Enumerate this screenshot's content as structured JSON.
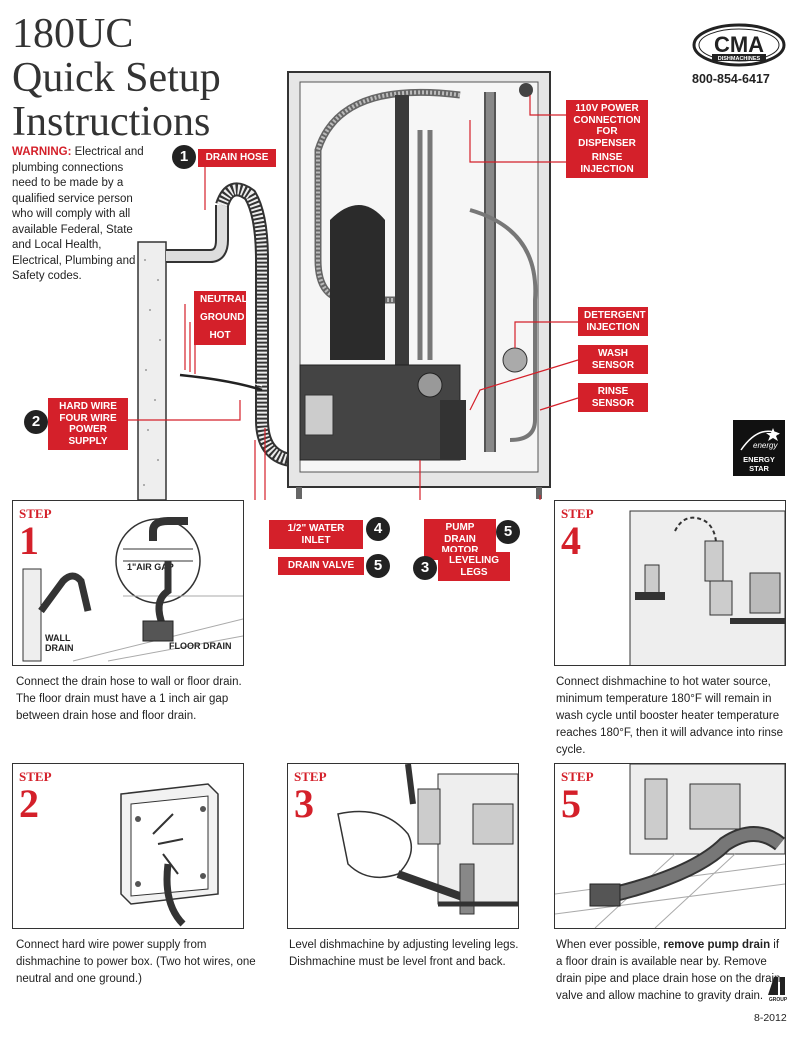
{
  "title": {
    "line1": "180UC",
    "line2": "Quick Setup",
    "line3": "Instructions"
  },
  "warning": {
    "label": "WARNING:",
    "text": "Electrical and plumbing connections need to be made by a qualified service person who will comply with all available Federal, State and Local Health, Electrical, Plumbing and Safety codes."
  },
  "brand": {
    "logo_text": "CMA",
    "logo_sub": "DISHMACHINES",
    "phone": "800-854-6417"
  },
  "callouts": {
    "drain_hose": {
      "num": "1",
      "label": "DRAIN HOSE"
    },
    "neutral": "NEUTRAL",
    "ground": "GROUND",
    "hot": "HOT",
    "hard_wire": {
      "num": "2",
      "label": "HARD WIRE FOUR WIRE POWER SUPPLY"
    },
    "power_110v": "110V POWER CONNECTION FOR DISPENSER",
    "rinse_injection": "RINSE INJECTION",
    "detergent_injection": "DETERGENT INJECTION",
    "wash_sensor": "WASH SENSOR",
    "rinse_sensor": "RINSE SENSOR",
    "water_inlet": {
      "num": "4",
      "label": "1/2\" WATER INLET"
    },
    "drain_valve": {
      "num": "5",
      "label": "DRAIN VALVE"
    },
    "pump_drain": {
      "num": "5",
      "label": "PUMP DRAIN MOTOR"
    },
    "leveling_legs": {
      "num": "3",
      "label": "LEVELING LEGS"
    }
  },
  "energy_star": {
    "label": "ENERGY STAR"
  },
  "steps": {
    "step_word": "STEP",
    "s1": {
      "num": "1",
      "air_gap": "1\"AIR GAP",
      "wall_drain_1": "WALL",
      "wall_drain_2": "DRAIN",
      "floor_drain": "FLOOR DRAIN",
      "caption": "Connect the drain hose to wall or floor drain. The floor drain must have a 1 inch air gap between drain hose and floor drain."
    },
    "s4": {
      "num": "4",
      "caption": "Connect dishmachine to hot water source, minimum temperature 180°F will remain in wash cycle until booster heater temperature reaches 180°F, then it will advance into rinse cycle."
    },
    "s2": {
      "num": "2",
      "caption": "Connect hard wire power supply from dishmachine to power box. (Two hot wires, one neutral and one ground.)"
    },
    "s3": {
      "num": "3",
      "caption": "Level dishmachine by adjusting leveling legs. Dishmachine must be level front and back."
    },
    "s5": {
      "num": "5",
      "caption_pre": "When ever possible, ",
      "caption_bold": "remove pump drain",
      "caption_post": " if a floor drain is available near by. Remove drain pipe and place drain hose on the drain valve and allow machine to gravity drain."
    }
  },
  "footer": {
    "date": "8-2012",
    "group": "GROUP"
  },
  "colors": {
    "accent": "#d4202a",
    "ink": "#222222"
  }
}
